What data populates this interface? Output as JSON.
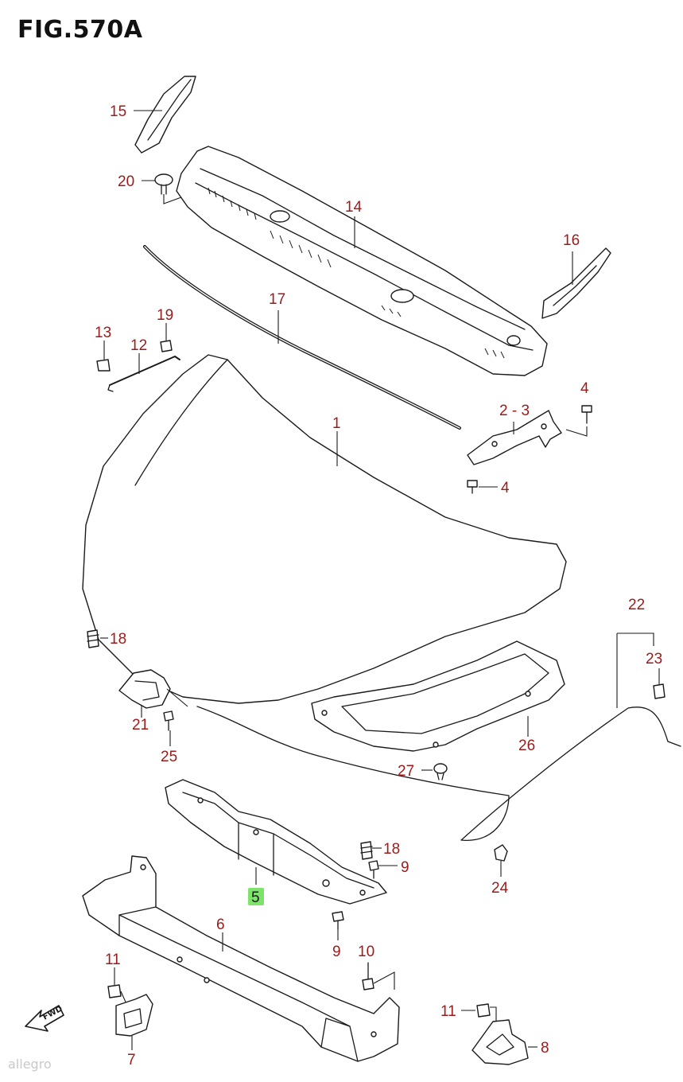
{
  "figure": {
    "title": "FIG.570A",
    "watermark": "allegro"
  },
  "colors": {
    "callout": "#9b1b1b",
    "line": "#1a1a1a",
    "highlight": "#7ee36b"
  },
  "callouts": [
    {
      "id": "c15",
      "label": "15"
    },
    {
      "id": "c20",
      "label": "20"
    },
    {
      "id": "c14",
      "label": "14"
    },
    {
      "id": "c16",
      "label": "16"
    },
    {
      "id": "c17",
      "label": "17"
    },
    {
      "id": "c13",
      "label": "13"
    },
    {
      "id": "c19",
      "label": "19"
    },
    {
      "id": "c12",
      "label": "12"
    },
    {
      "id": "c1",
      "label": "1"
    },
    {
      "id": "c4a",
      "label": "4"
    },
    {
      "id": "c2_3",
      "label": "2 - 3"
    },
    {
      "id": "c4b",
      "label": "4"
    },
    {
      "id": "c22",
      "label": "22"
    },
    {
      "id": "c18a",
      "label": "18"
    },
    {
      "id": "c23",
      "label": "23"
    },
    {
      "id": "c21",
      "label": "21"
    },
    {
      "id": "c25",
      "label": "25"
    },
    {
      "id": "c26",
      "label": "26"
    },
    {
      "id": "c27",
      "label": "27"
    },
    {
      "id": "c18b",
      "label": "18"
    },
    {
      "id": "c9a",
      "label": "9"
    },
    {
      "id": "c5",
      "label": "5",
      "highlighted": true
    },
    {
      "id": "c24",
      "label": "24"
    },
    {
      "id": "c6",
      "label": "6"
    },
    {
      "id": "c9b",
      "label": "9"
    },
    {
      "id": "c10",
      "label": "10"
    },
    {
      "id": "c11a",
      "label": "11"
    },
    {
      "id": "c11b",
      "label": "11"
    },
    {
      "id": "c7",
      "label": "7"
    },
    {
      "id": "c8",
      "label": "8"
    }
  ],
  "fwd_label": "FWD"
}
